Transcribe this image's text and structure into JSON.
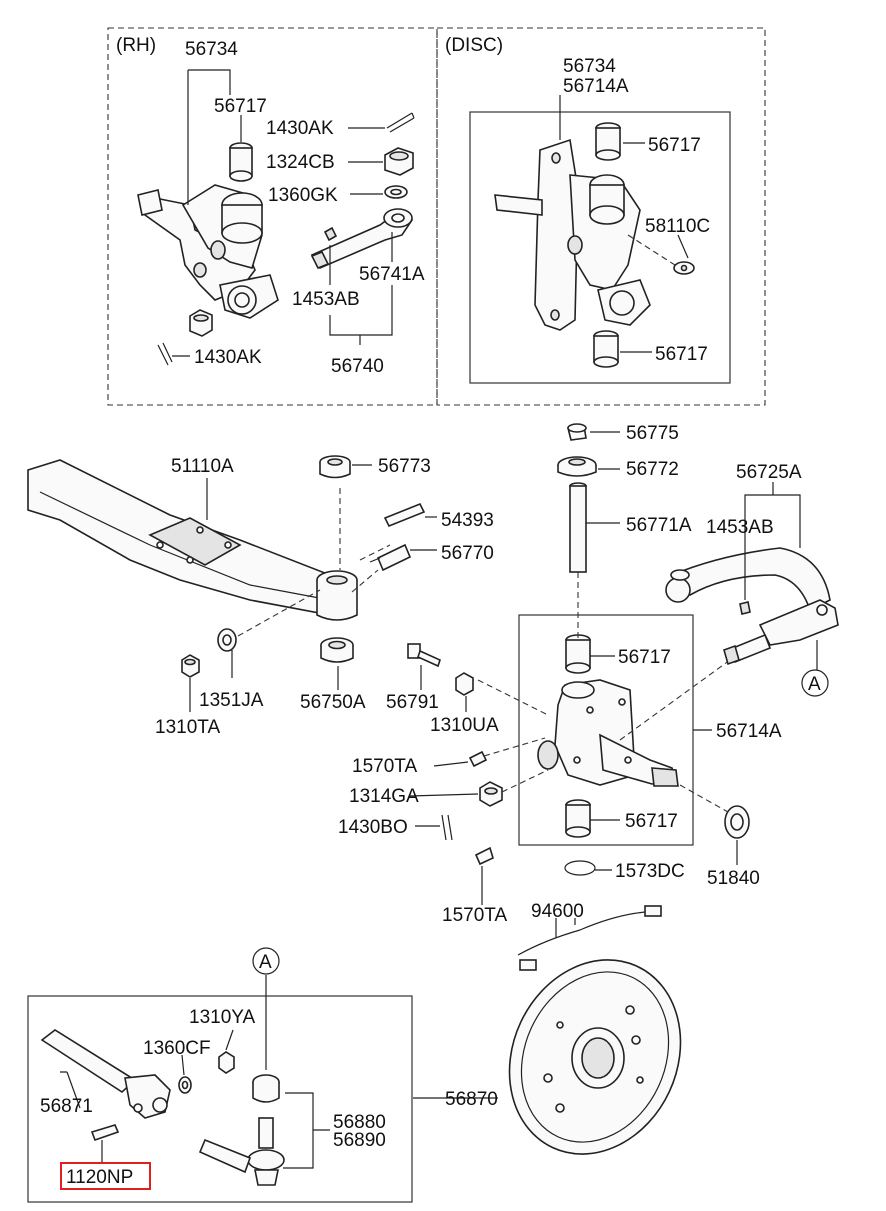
{
  "sections": {
    "rh": "(RH)",
    "disc": "(DISC)"
  },
  "callout": "A",
  "labels": {
    "rh_56734": "56734",
    "rh_56717": "56717",
    "rh_1430AK_top": "1430AK",
    "rh_1324CB": "1324CB",
    "rh_1360GK": "1360GK",
    "rh_56741A": "56741A",
    "rh_1453AB": "1453AB",
    "rh_1430AK_bottom": "1430AK",
    "rh_56740": "56740",
    "disc_56734": "56734",
    "disc_56714A": "56714A",
    "disc_56717_top": "56717",
    "disc_58110C": "58110C",
    "disc_56717_bottom": "56717",
    "l_51110A": "51110A",
    "l_56773": "56773",
    "l_54393": "54393",
    "l_56770": "56770",
    "l_1351JA": "1351JA",
    "l_1310TA": "1310TA",
    "l_56750A": "56750A",
    "l_56791": "56791",
    "l_1310UA": "1310UA",
    "l_56775": "56775",
    "l_56772": "56772",
    "l_56771A": "56771A",
    "l_1453AB": "1453AB",
    "l_56725A": "56725A",
    "l_56717_top": "56717",
    "l_56714A": "56714A",
    "l_1570TA_top": "1570TA",
    "l_1314GA": "1314GA",
    "l_1430BO": "1430BO",
    "l_56717_bottom": "56717",
    "l_1573DC": "1573DC",
    "l_51840": "51840",
    "l_1570TA_bottom": "1570TA",
    "l_94600": "94600",
    "l_1310YA": "1310YA",
    "l_1360CF": "1360CF",
    "l_56871": "56871",
    "l_56880": "56880",
    "l_56890": "56890",
    "l_56870": "56870",
    "l_1120NP": "1120NP"
  },
  "colors": {
    "line": "#222222",
    "highlight": "#e02020",
    "background": "#ffffff"
  }
}
